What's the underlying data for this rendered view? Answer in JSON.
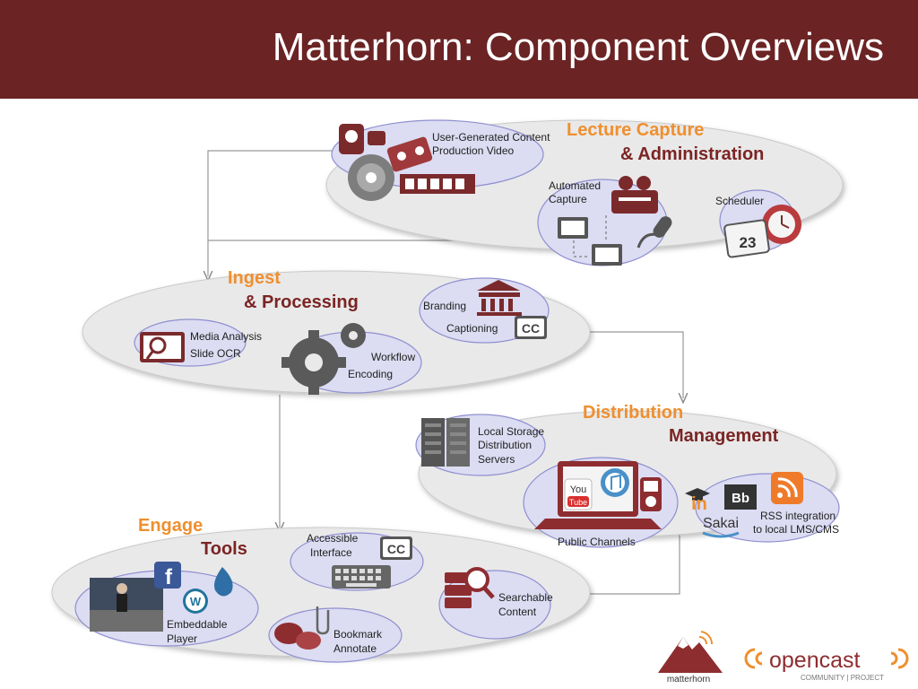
{
  "title": "Matterhorn: Component Overviews",
  "colors": {
    "header": "#6b2324",
    "section_primary": "#ef8f2e",
    "section_secondary": "#7b2424",
    "bubble": "#dcdcf2",
    "ellipse": "#e9e9e9"
  },
  "sections": {
    "capture": {
      "line1": "Lecture Capture",
      "line2": "& Administration"
    },
    "ingest": {
      "line1": "Ingest",
      "line2": "& Processing"
    },
    "distribution": {
      "line1": "Distribution",
      "line2": "Management"
    },
    "engage": {
      "line1": "Engage",
      "line2": "Tools"
    }
  },
  "components": {
    "user_generated": [
      "User-Generated Content",
      "Production Video"
    ],
    "automated_capture": [
      "Automated",
      "Capture"
    ],
    "scheduler": "Scheduler",
    "scheduler_date": "23",
    "branding": "Branding",
    "captioning": "Captioning",
    "cc": "CC",
    "media_analysis": [
      "Media Analysis",
      "Slide OCR"
    ],
    "workflow": "Workflow",
    "encoding": "Encoding",
    "local_storage": [
      "Local Storage",
      "Distribution",
      "Servers"
    ],
    "public_channels": "Public Channels",
    "rss": [
      "RSS integration",
      "to local LMS/CMS"
    ],
    "sakai": "Sakai",
    "bb": "Bb",
    "linkedin": "in",
    "youtube": [
      "You",
      "Tube"
    ],
    "accessible": [
      "Accessible",
      "Interface"
    ],
    "searchable": [
      "Searchable",
      "Content"
    ],
    "embeddable": [
      "Embeddable",
      "Player"
    ],
    "bookmark": [
      "Bookmark",
      "Annotate"
    ],
    "facebook": "f",
    "wordpress": "W"
  },
  "logos": {
    "matterhorn": "matterhorn",
    "opencast": "opencast",
    "opencast_sub": "COMMUNITY | PROJECT"
  }
}
